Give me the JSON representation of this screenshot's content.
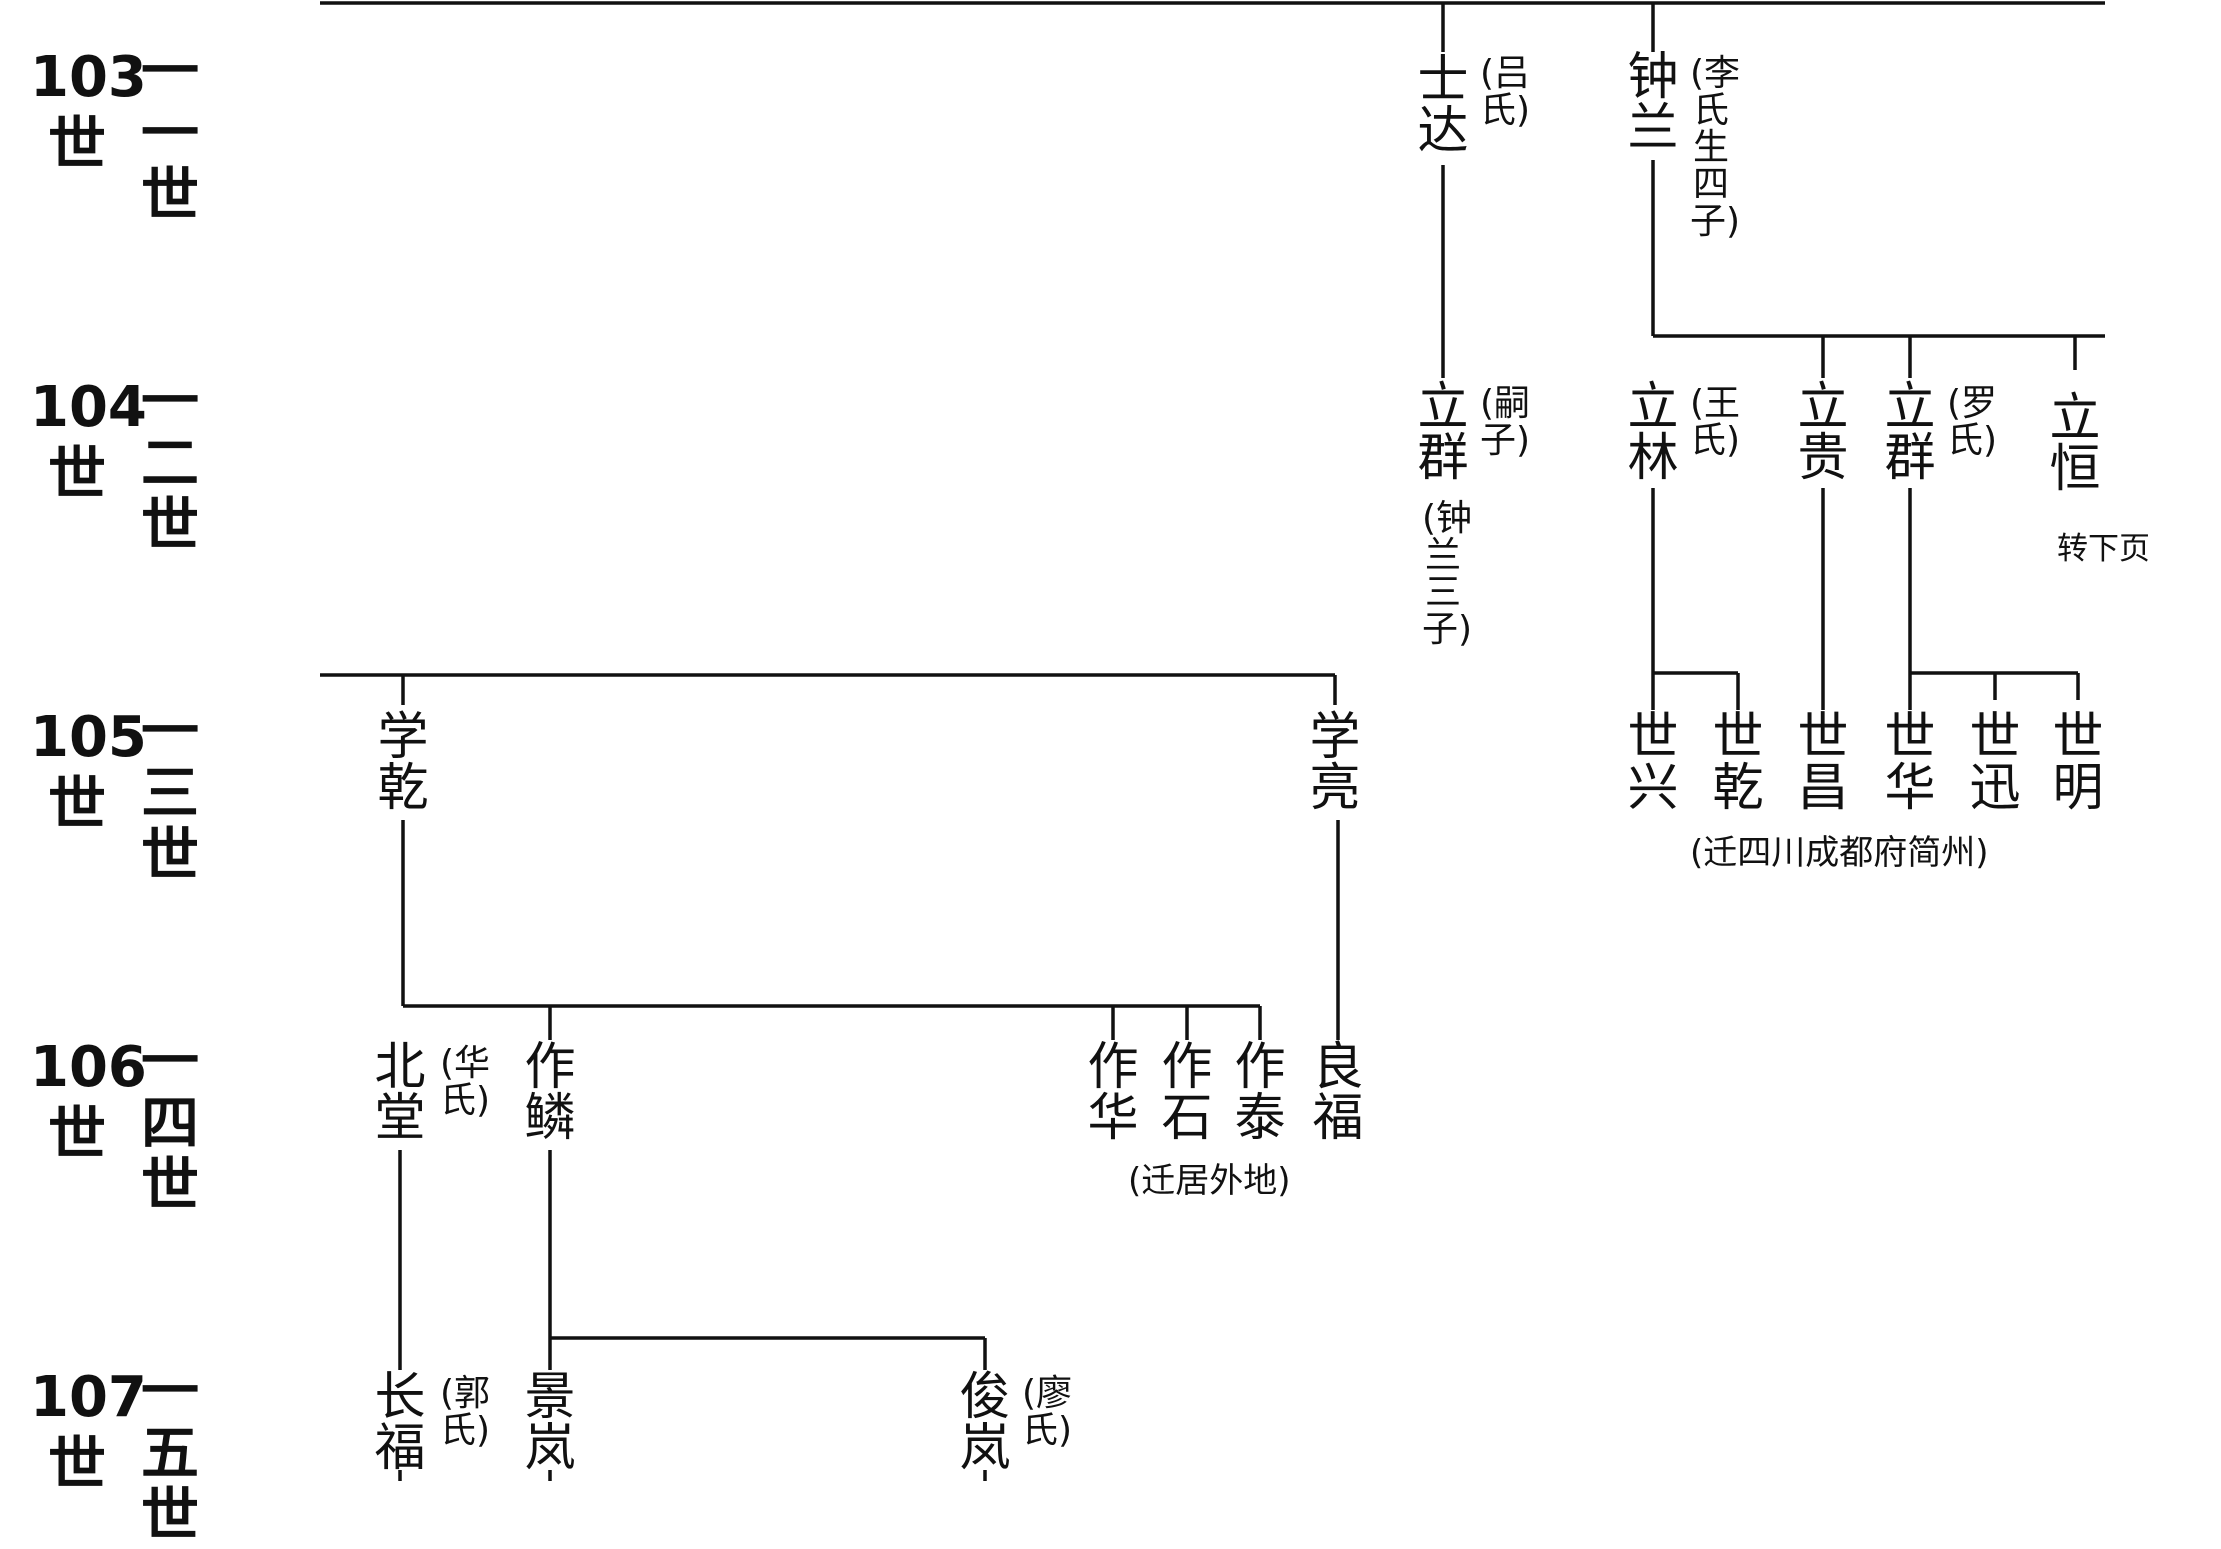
{
  "generations": [
    {
      "num": "103",
      "shi": "世",
      "cn": "一一世"
    },
    {
      "num": "104",
      "shi": "世",
      "cn": "一二世"
    },
    {
      "num": "105",
      "shi": "世",
      "cn": "一三世"
    },
    {
      "num": "106",
      "shi": "世",
      "cn": "一四世"
    },
    {
      "num": "107",
      "shi": "世",
      "cn": "一五世"
    }
  ],
  "persons": {
    "shida": {
      "name": "士达",
      "note": "(吕氏)"
    },
    "zhonglan": {
      "name": "钟兰",
      "note": "(李氏生四子)"
    },
    "liqun_heir": {
      "name": "立群",
      "note1": "(嗣子)",
      "note2": "(钟兰三子)"
    },
    "lilin": {
      "name": "立林",
      "note": "(王氏)"
    },
    "ligui": {
      "name": "立贵"
    },
    "liqun": {
      "name": "立群",
      "note": "(罗氏)"
    },
    "liheng": {
      "name": "立恒",
      "note": "转下页"
    },
    "xueqian": {
      "name": "学乾"
    },
    "xueliang": {
      "name": "学亮"
    },
    "shixing": {
      "name": "世兴"
    },
    "shiqian": {
      "name": "世乾"
    },
    "shichang": {
      "name": "世昌"
    },
    "shihua": {
      "name": "世华"
    },
    "shixun": {
      "name": "世迅"
    },
    "shiming": {
      "name": "世明"
    },
    "shi_migration": "(迁四川成都府简州)",
    "beitang": {
      "name": "北堂",
      "note": "(华氏)"
    },
    "zuolin": {
      "name": "作鳞"
    },
    "zuohua": {
      "name": "作华"
    },
    "zuoshi": {
      "name": "作石"
    },
    "zuotai": {
      "name": "作泰"
    },
    "liangfu": {
      "name": "良福"
    },
    "zuo_migration": "(迁居外地)",
    "changfu": {
      "name": "长福",
      "note": "(郭氏)"
    },
    "jinglan": {
      "name": "景岚"
    },
    "junlan": {
      "name": "俊岚",
      "note": "(廖氏)"
    }
  }
}
